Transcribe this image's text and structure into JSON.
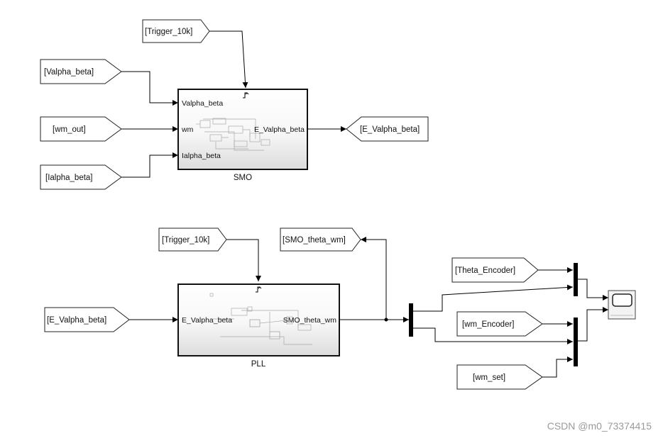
{
  "tags": {
    "trigger_top": "[Trigger_10k]",
    "valpha_beta": "[Valpha_beta]",
    "wm_out": "[wm_out]",
    "ialpha_beta": "[Ialpha_beta]",
    "e_valpha_beta_out": "[E_Valpha_beta]",
    "trigger_bottom": "[Trigger_10k]",
    "smo_theta_wm": "[SMO_theta_wm]",
    "e_valpha_beta_in": "[E_Valpha_beta]",
    "theta_encoder": "[Theta_Encoder]",
    "wm_encoder": "[wm_Encoder]",
    "wm_set": "[wm_set]"
  },
  "smo": {
    "name": "SMO",
    "in_valpha_beta": "Valpha_beta",
    "in_wm": "wm",
    "in_ialpha_beta": "Ialpha_beta",
    "out_e_valpha_beta": "E_Valpha_beta"
  },
  "pll": {
    "name": "PLL",
    "in_e_valpha_beta": "E_Valpha_beta",
    "out_smo_theta_wm": "SMO_theta_wm"
  },
  "watermark": "CSDN @m0_73374415",
  "icons": [
    "trigger-icon",
    "scope-icon",
    "mux-bar"
  ]
}
